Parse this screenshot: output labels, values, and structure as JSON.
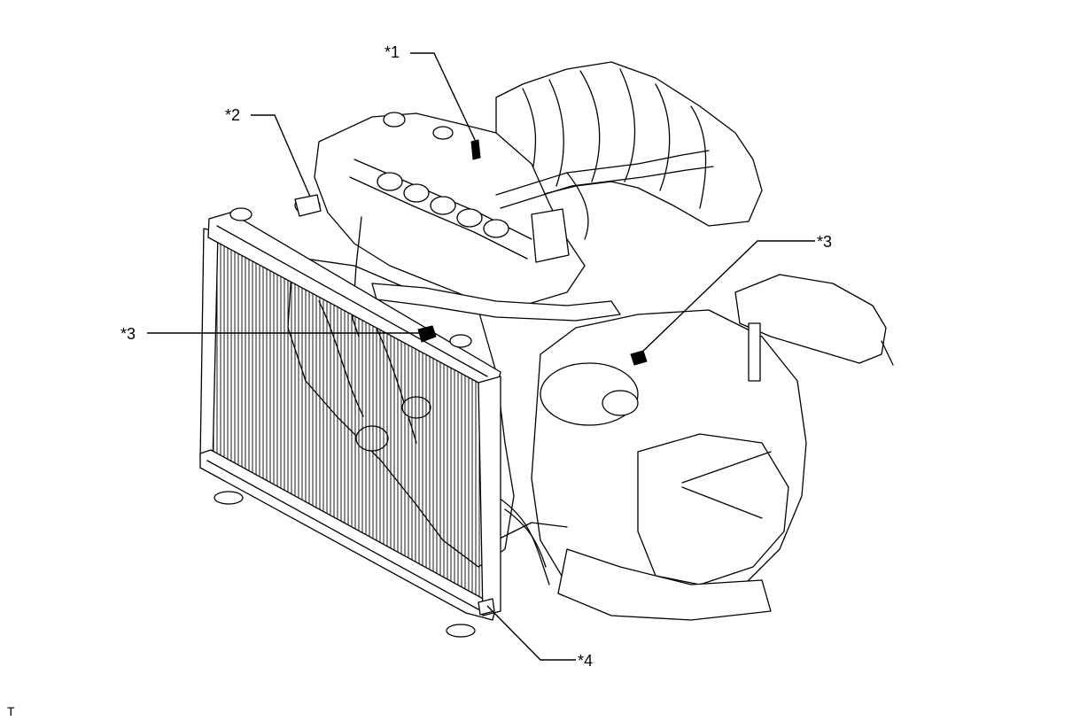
{
  "callouts": {
    "c1": "*1",
    "c2": "*2",
    "c3_left": "*3",
    "c3_right": "*3",
    "c4": "*4"
  },
  "footer_mark": "T"
}
